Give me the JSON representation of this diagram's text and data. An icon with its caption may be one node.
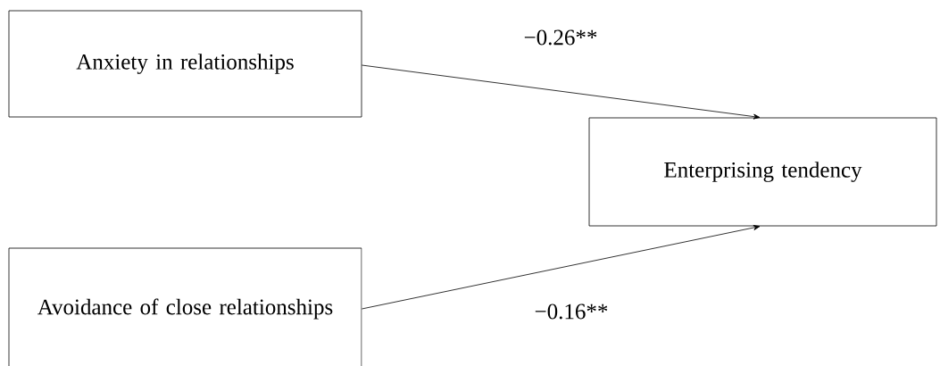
{
  "diagram": {
    "nodes": [
      {
        "text": [
          "Anxiety in relationships"
        ]
      },
      {
        "text": [
          "Enterprising tendency"
        ]
      },
      {
        "text": [
          "Avoidance of close relationships"
        ]
      }
    ],
    "edges": [
      {
        "from": 0,
        "to": 1,
        "arrow": "to",
        "label": "−0.26**"
      },
      {
        "from": 2,
        "to": 1,
        "arrow": "to",
        "label": "−0.16**"
      }
    ]
  }
}
